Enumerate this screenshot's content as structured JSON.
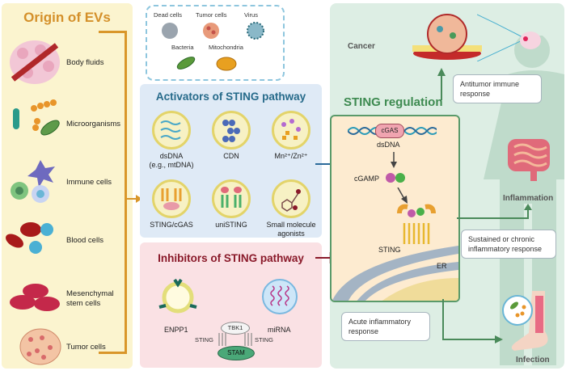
{
  "origin": {
    "title": "Origin of EVs",
    "items": [
      {
        "label": "Body fluids",
        "icon": "body-fluids-icon"
      },
      {
        "label": "Microorganisms",
        "icon": "microorganisms-icon"
      },
      {
        "label": "Immune cells",
        "icon": "immune-cells-icon"
      },
      {
        "label": "Blood cells",
        "icon": "blood-cells-icon"
      },
      {
        "label": "Mesenchymal stem cells",
        "icon": "mesenchymal-stem-cells-icon"
      },
      {
        "label": "Tumor cells",
        "icon": "tumor-cells-icon"
      }
    ]
  },
  "sources": {
    "items": [
      "Dead cells",
      "Tumor cells",
      "Virus",
      "Bacteria",
      "Mitochondria"
    ]
  },
  "activators": {
    "title": "Activators of STING pathway",
    "items": [
      {
        "label": "dsDNA",
        "sub": "(e.g., mtDNA)"
      },
      {
        "label": "CDN",
        "sub": ""
      },
      {
        "label": "Mn²⁺/Zn²⁺",
        "sub": ""
      },
      {
        "label": "STING/cGAS",
        "sub": ""
      },
      {
        "label": "uniSTING",
        "sub": ""
      },
      {
        "label": "Small molecule",
        "sub": "agonists"
      }
    ]
  },
  "inhibitors": {
    "title": "Inhibitors of STING pathway",
    "items": [
      "ENPP1",
      "miRNA"
    ],
    "stam": {
      "tbk1": "TBK1",
      "sting_left": "STING",
      "sting_right": "STING",
      "stam": "STAM"
    }
  },
  "regulation": {
    "title": "STING regulation",
    "pathway": {
      "cgas": "cGAS",
      "dsdna": "dsDNA",
      "cgamp": "cGAMP",
      "sting": "STING",
      "er": "ER"
    },
    "outcomes": {
      "cancer": "Cancer",
      "inflammation": "Inflammation",
      "infection": "Infection"
    },
    "callouts": {
      "antitumor": "Antitumor immune response",
      "chronic": "Sustained or chronic inflammatory response",
      "acute": "Acute inflammatory response"
    }
  },
  "colors": {
    "origin_title": "#d4902a",
    "activator_title": "#266a8a",
    "inhibitor_title": "#8a1a2a",
    "regulation_title": "#3d8a50",
    "bracket": "#d9962a",
    "activate_arrow": "#2b6a9a",
    "inhibit_line": "#8a1a2a",
    "outcome_arrow": "#4a8a5a"
  }
}
